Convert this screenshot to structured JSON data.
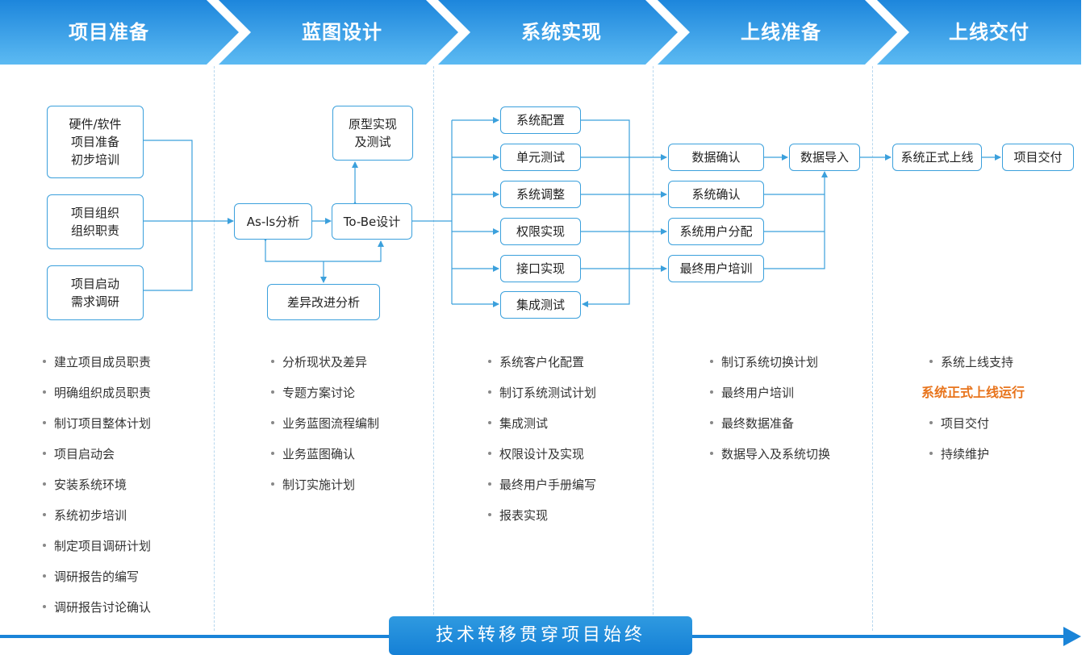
{
  "phases": [
    {
      "title": "项目准备"
    },
    {
      "title": "蓝图设计"
    },
    {
      "title": "系统实现"
    },
    {
      "title": "上线准备"
    },
    {
      "title": "上线交付"
    }
  ],
  "boxes": {
    "hardware": "硬件/软件\n项目准备\n初步培训",
    "org": "项目组织\n组织职责",
    "kickoff": "项目启动\n需求调研",
    "asis": "As-ls分析",
    "tobe": "To-Be设计",
    "prototype": "原型实现\n及测试",
    "gap": "差异改进分析",
    "config": "系统配置",
    "unit_test": "单元测试",
    "adjust": "系统调整",
    "permission": "权限实现",
    "interface": "接口实现",
    "integration": "集成测试",
    "data_confirm": "数据确认",
    "data_import": "数据导入",
    "sys_confirm": "系统确认",
    "user_assign": "系统用户分配",
    "user_training": "最终用户培训",
    "go_live": "系统正式上线",
    "delivery": "项目交付"
  },
  "bullets": {
    "prep": [
      "建立项目成员职责",
      "明确组织成员职责",
      "制订项目整体计划",
      "项目启动会",
      "安装系统环境",
      "系统初步培训",
      "制定项目调研计划",
      "调研报告的编写",
      "调研报告讨论确认"
    ],
    "blueprint": [
      "分析现状及差异",
      "专题方案讨论",
      "业务蓝图流程编制",
      "业务蓝图确认",
      "制订实施计划"
    ],
    "realization": [
      "系统客户化配置",
      "制订系统测试计划",
      "集成测试",
      "权限设计及实现",
      "最终用户手册编写",
      "报表实现"
    ],
    "golive_prep": [
      "制订系统切换计划",
      "最终用户培训",
      "最终数据准备",
      "数据导入及系统切换"
    ],
    "delivery": {
      "item1": "系统上线支持",
      "highlight": "系统正式上线运行",
      "item2": "项目交付",
      "item3": "持续维护"
    }
  },
  "banner": "技术转移贯穿项目始终",
  "colors": {
    "header_top": "#2b8fe0",
    "header_bottom": "#5ab8f0",
    "line": "#3ba0dc",
    "highlight": "#e8741c"
  }
}
